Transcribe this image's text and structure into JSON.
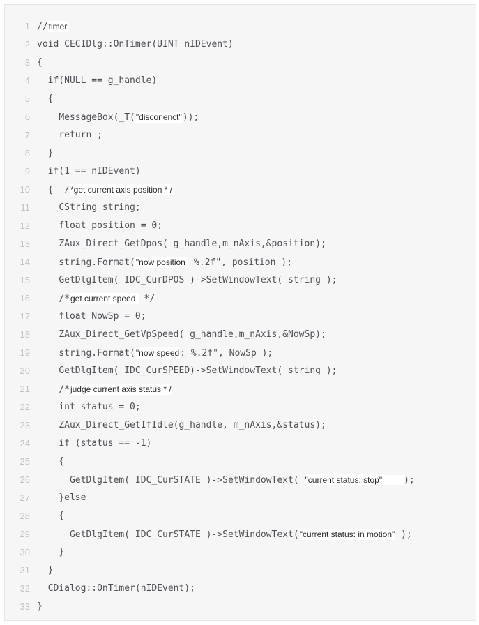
{
  "code_lines": [
    {
      "n": "1",
      "indent": "",
      "segments": [
        {
          "type": "code",
          "text": "//"
        },
        {
          "type": "text",
          "text": "timer"
        }
      ]
    },
    {
      "n": "2",
      "indent": "",
      "segments": [
        {
          "type": "code",
          "text": "void CECIDlg::OnTimer(UINT nIDEvent)"
        }
      ]
    },
    {
      "n": "3",
      "indent": "",
      "segments": [
        {
          "type": "code",
          "text": "{"
        }
      ]
    },
    {
      "n": "4",
      "indent": "  ",
      "segments": [
        {
          "type": "code",
          "text": "if(NULL == g_handle)"
        }
      ]
    },
    {
      "n": "5",
      "indent": "  ",
      "segments": [
        {
          "type": "code",
          "text": "{"
        }
      ]
    },
    {
      "n": "6",
      "indent": "    ",
      "segments": [
        {
          "type": "code",
          "text": "MessageBox(_T("
        },
        {
          "type": "text",
          "text": "\"disconenct\""
        },
        {
          "type": "code",
          "text": "));"
        }
      ]
    },
    {
      "n": "7",
      "indent": "    ",
      "segments": [
        {
          "type": "code",
          "text": "return ;"
        }
      ]
    },
    {
      "n": "8",
      "indent": "  ",
      "segments": [
        {
          "type": "code",
          "text": "}"
        }
      ]
    },
    {
      "n": "9",
      "indent": "  ",
      "segments": [
        {
          "type": "code",
          "text": "if(1 == nIDEvent)"
        }
      ]
    },
    {
      "n": "10",
      "indent": "  ",
      "segments": [
        {
          "type": "code",
          "text": "{  /"
        },
        {
          "type": "text",
          "text": "*get current axis position * /"
        }
      ]
    },
    {
      "n": "11",
      "indent": "    ",
      "segments": [
        {
          "type": "code",
          "text": "CString string;"
        }
      ]
    },
    {
      "n": "12",
      "indent": "    ",
      "segments": [
        {
          "type": "code",
          "text": "float position = 0;"
        }
      ]
    },
    {
      "n": "13",
      "indent": "    ",
      "segments": [
        {
          "type": "code",
          "text": "ZAux_Direct_GetDpos( g_handle,m_nAxis,&position);"
        }
      ]
    },
    {
      "n": "14",
      "indent": "    ",
      "segments": [
        {
          "type": "code",
          "text": "string.Format("
        },
        {
          "type": "text",
          "text": "\"now position "
        },
        {
          "type": "code",
          "text": " %.2f\", position );"
        }
      ]
    },
    {
      "n": "15",
      "indent": "    ",
      "segments": [
        {
          "type": "code",
          "text": "GetDlgItem( IDC_CurDPOS )->SetWindowText( string );"
        }
      ]
    },
    {
      "n": "16",
      "indent": "    ",
      "segments": [
        {
          "type": "code",
          "text": "/*"
        },
        {
          "type": "text",
          "text": "get current speed "
        },
        {
          "type": "code",
          "text": " */"
        }
      ]
    },
    {
      "n": "17",
      "indent": "    ",
      "segments": [
        {
          "type": "code",
          "text": "float NowSp = 0;"
        }
      ]
    },
    {
      "n": "18",
      "indent": "    ",
      "segments": [
        {
          "type": "code",
          "text": "ZAux_Direct_GetVpSpeed( g_handle,m_nAxis,&NowSp);"
        }
      ]
    },
    {
      "n": "19",
      "indent": "    ",
      "segments": [
        {
          "type": "code",
          "text": "string.Format("
        },
        {
          "type": "text",
          "text": "\"now speed"
        },
        {
          "type": "code",
          "text": ": %.2f\", NowSp );"
        }
      ]
    },
    {
      "n": "20",
      "indent": "    ",
      "segments": [
        {
          "type": "code",
          "text": "GetDlgItem( IDC_CurSPEED)->SetWindowText( string );"
        }
      ]
    },
    {
      "n": "21",
      "indent": "    ",
      "segments": [
        {
          "type": "code",
          "text": "/*"
        },
        {
          "type": "text",
          "text": "judge current axis status * /"
        }
      ]
    },
    {
      "n": "22",
      "indent": "    ",
      "segments": [
        {
          "type": "code",
          "text": "int status = 0;"
        }
      ]
    },
    {
      "n": "23",
      "indent": "    ",
      "segments": [
        {
          "type": "code",
          "text": "ZAux_Direct_GetIfIdle(g_handle, m_nAxis,&status);"
        }
      ]
    },
    {
      "n": "24",
      "indent": "    ",
      "segments": [
        {
          "type": "code",
          "text": "if (status == -1)"
        }
      ]
    },
    {
      "n": "25",
      "indent": "    ",
      "segments": [
        {
          "type": "code",
          "text": "{"
        }
      ]
    },
    {
      "n": "26",
      "indent": "      ",
      "segments": [
        {
          "type": "code",
          "text": "GetDlgItem( IDC_CurSTATE )->SetWindowText( "
        },
        {
          "type": "text",
          "text": "\"current status: stop\""
        },
        {
          "type": "pad",
          "w": 30
        },
        {
          "type": "code",
          "text": ");"
        }
      ]
    },
    {
      "n": "27",
      "indent": "    ",
      "segments": [
        {
          "type": "code",
          "text": "}else"
        }
      ]
    },
    {
      "n": "28",
      "indent": "    ",
      "segments": [
        {
          "type": "code",
          "text": "{"
        }
      ]
    },
    {
      "n": "29",
      "indent": "      ",
      "segments": [
        {
          "type": "code",
          "text": "GetDlgItem( IDC_CurSTATE )->SetWindowText("
        },
        {
          "type": "text",
          "text": "\"current status: in motion\""
        },
        {
          "type": "code",
          "text": " );"
        }
      ]
    },
    {
      "n": "30",
      "indent": "    ",
      "segments": [
        {
          "type": "code",
          "text": "}"
        }
      ]
    },
    {
      "n": "31",
      "indent": "  ",
      "segments": [
        {
          "type": "code",
          "text": "}"
        }
      ]
    },
    {
      "n": "32",
      "indent": "  ",
      "segments": [
        {
          "type": "code",
          "text": "CDialog::OnTimer(nIDEvent);"
        }
      ]
    },
    {
      "n": "33",
      "indent": "",
      "segments": [
        {
          "type": "code",
          "text": "}"
        }
      ]
    }
  ]
}
